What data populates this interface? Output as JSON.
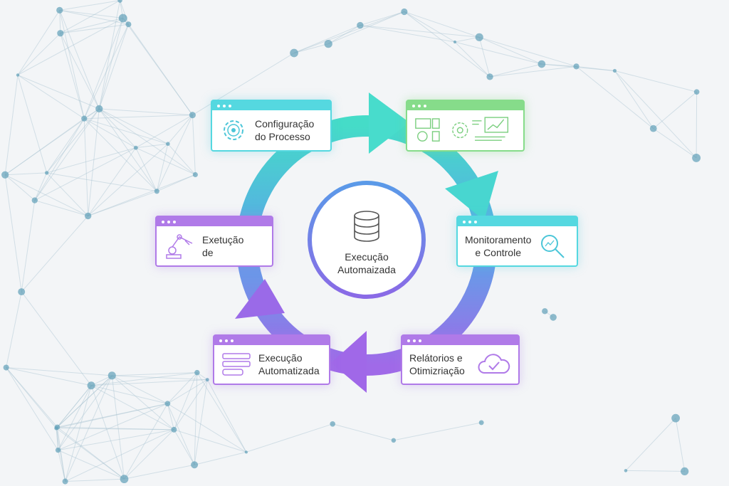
{
  "center": {
    "label_line1": "Execução",
    "label_line2": "Automaizada",
    "icon": "database-icon"
  },
  "steps": [
    {
      "line1": "Configuração",
      "line2": "do Processo",
      "icon": "gear-icon",
      "color": "#55d8e0"
    },
    {
      "line1": "",
      "line2": "",
      "icon": "dashboard-icon",
      "color": "#86dc8a"
    },
    {
      "line1": "Monitoramento",
      "line2": "e Controle",
      "icon": "magnifier-chart-icon",
      "color": "#55d8e0"
    },
    {
      "line1": "Relátorios e",
      "line2": "Otimizriação",
      "icon": "cloud-check-icon",
      "color": "#b07ae8"
    },
    {
      "line1": "Execução",
      "line2": "Automatizada",
      "icon": "server-list-icon",
      "color": "#b07ae8"
    },
    {
      "line1": "Exetução",
      "line2": "de",
      "icon": "robot-arm-icon",
      "color": "#b07ae8"
    }
  ]
}
